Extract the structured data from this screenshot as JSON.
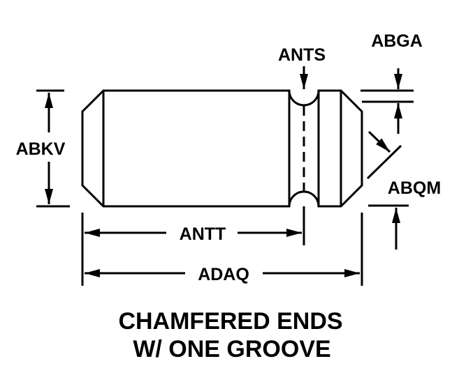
{
  "labels": {
    "ants": "ANTS",
    "abga": "ABGA",
    "abkv": "ABKV",
    "abqm": "ABQM",
    "antt": "ANTT",
    "adaq": "ADAQ"
  },
  "title": {
    "line1": "CHAMFERED ENDS",
    "line2": "W/ ONE GROOVE"
  }
}
